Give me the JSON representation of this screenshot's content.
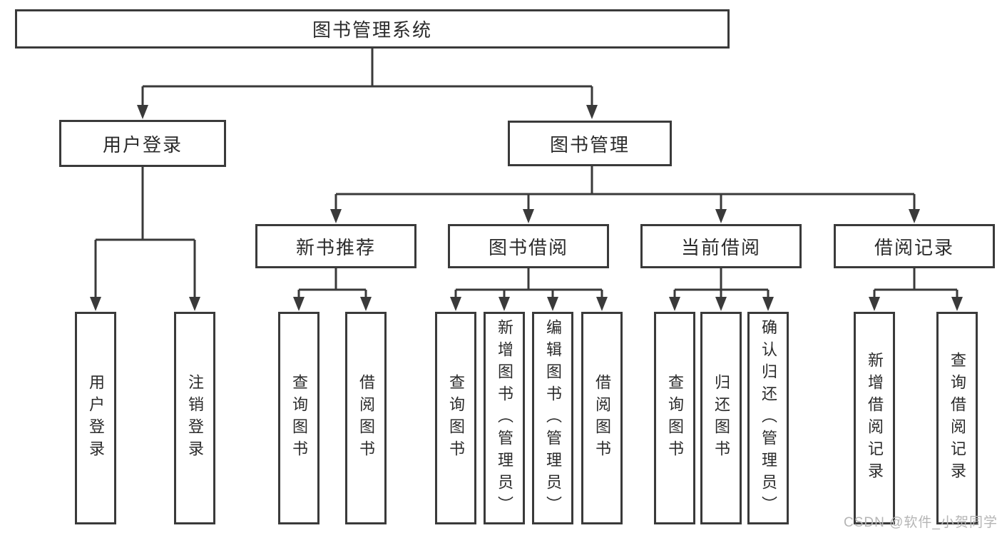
{
  "colors": {
    "line": "#3a3a3a",
    "text": "#2b2b2b",
    "watermark": "#b5b5b5",
    "box_fill": "#ffffff"
  },
  "tree": {
    "label": "图书管理系统",
    "children": [
      {
        "label": "用户登录",
        "children": [
          {
            "label": "用户登录"
          },
          {
            "label": "注销登录"
          }
        ]
      },
      {
        "label": "图书管理",
        "children": [
          {
            "label": "新书推荐",
            "children": [
              {
                "label": "查询图书"
              },
              {
                "label": "借阅图书"
              }
            ]
          },
          {
            "label": "图书借阅",
            "children": [
              {
                "label": "查询图书"
              },
              {
                "label": "新增图书（管理员）"
              },
              {
                "label": "编辑图书（管理员）"
              },
              {
                "label": "借阅图书"
              }
            ]
          },
          {
            "label": "当前借阅",
            "children": [
              {
                "label": "查询图书"
              },
              {
                "label": "归还图书"
              },
              {
                "label": "确认归还（管理员）"
              }
            ]
          },
          {
            "label": "借阅记录",
            "children": [
              {
                "label": "新增借阅记录"
              },
              {
                "label": "查询借阅记录"
              }
            ]
          }
        ]
      }
    ]
  },
  "watermark": {
    "text": "CSDN @软件_小贺同学"
  }
}
